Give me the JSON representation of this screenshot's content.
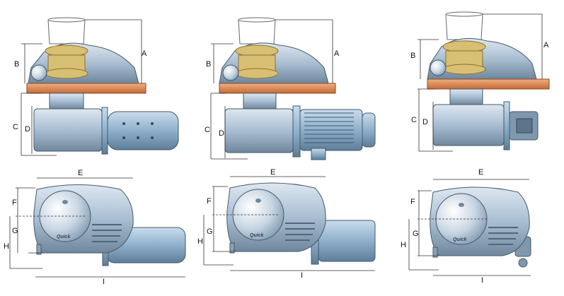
{
  "labels": {
    "A": "A",
    "B": "B",
    "C": "C",
    "D": "D",
    "E": "E",
    "F": "F",
    "G": "G",
    "H": "H",
    "I": "I"
  },
  "brand": "Quick",
  "views": [
    {
      "id": "dc",
      "motor": "dc-motor"
    },
    {
      "id": "ac",
      "motor": "ac-motor"
    },
    {
      "id": "hyd",
      "motor": "hydraulic-motor"
    }
  ],
  "colors": {
    "deck": "#d9824f",
    "body": "#a9bed2",
    "motor": "#8fb0cc",
    "gold": "#d8bf73"
  }
}
